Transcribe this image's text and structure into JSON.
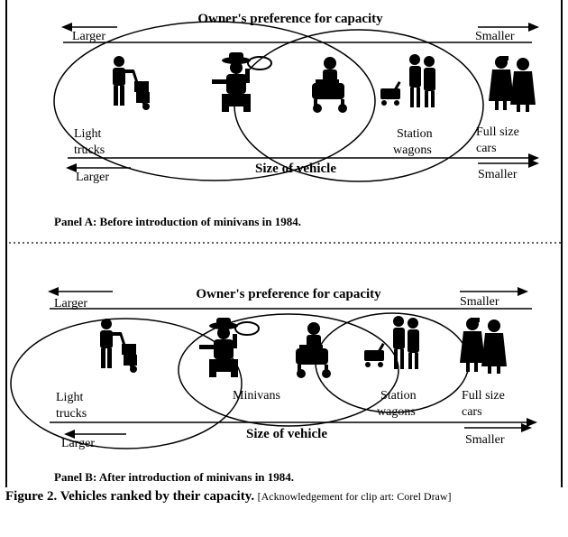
{
  "panel_a": {
    "owner_heading": "Owner's preference for capacity",
    "size_heading": "Size of vehicle",
    "larger_top": "Larger",
    "smaller_top": "Smaller",
    "larger_bottom": "Larger",
    "smaller_bottom": "Smaller",
    "vehicles": [
      {
        "label_line1": "Light",
        "label_line2": "trucks",
        "icon": "worker-with-handtruck-icon"
      },
      {
        "label_line1": "",
        "label_line2": "",
        "icon": "cowboy-with-lasso-icon"
      },
      {
        "label_line1": "",
        "label_line2": "",
        "icon": "family-with-stroller-icon"
      },
      {
        "label_line1": "Station",
        "label_line2": "wagons",
        "icon": "couple-with-stroller-icon"
      },
      {
        "label_line1": "Full size",
        "label_line2": "cars",
        "icon": "couple-in-coats-icon"
      }
    ],
    "caption": "Panel A:  Before introduction of minivans in 1984."
  },
  "panel_b": {
    "owner_heading": "Owner's preference for capacity",
    "size_heading": "Size of vehicle",
    "larger_top": "Larger",
    "smaller_top": "Smaller",
    "larger_bottom": "Larger",
    "smaller_bottom": "Smaller",
    "vehicles": [
      {
        "label_line1": "Light",
        "label_line2": "trucks",
        "icon": "worker-with-handtruck-icon"
      },
      {
        "label_line1": "Minivans",
        "label_line2": "",
        "icon": "cowboy-with-lasso-icon"
      },
      {
        "label_line1": "",
        "label_line2": "",
        "icon": "family-with-stroller-icon"
      },
      {
        "label_line1": "Station",
        "label_line2": "wagons",
        "icon": "couple-with-stroller-icon"
      },
      {
        "label_line1": "Full size",
        "label_line2": "cars",
        "icon": "couple-in-coats-icon"
      }
    ],
    "caption": "Panel B:  After introduction of minivans in 1984."
  },
  "figure_caption": {
    "title": "Figure 2. Vehicles ranked by their capacity.",
    "note": "[Acknowledgement for clip art: Corel Draw]"
  },
  "colors": {
    "ink": "#000000",
    "background": "#ffffff"
  }
}
